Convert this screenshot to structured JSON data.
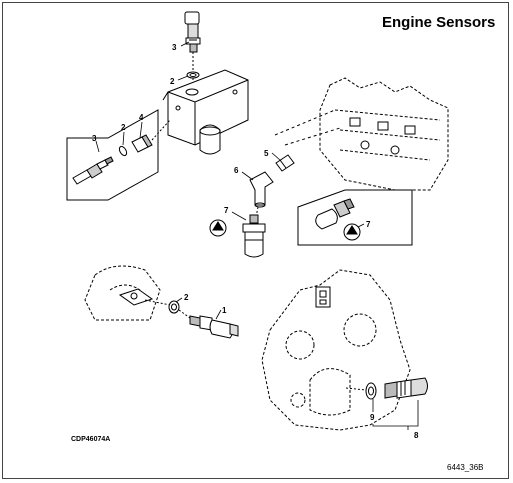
{
  "title": "Engine Sensors",
  "figure_code": "CDP46074A",
  "sheet_code": "6443_36B",
  "callouts": [
    {
      "id": "c3a",
      "label": "3"
    },
    {
      "id": "c2a",
      "label": "2"
    },
    {
      "id": "c3b",
      "label": "3"
    },
    {
      "id": "c2b",
      "label": "2"
    },
    {
      "id": "c4",
      "label": "4"
    },
    {
      "id": "c5",
      "label": "5"
    },
    {
      "id": "c6",
      "label": "6"
    },
    {
      "id": "c7a",
      "label": "7"
    },
    {
      "id": "c7b",
      "label": "7"
    },
    {
      "id": "c2c",
      "label": "2"
    },
    {
      "id": "c1",
      "label": "1"
    },
    {
      "id": "c9",
      "label": "9"
    },
    {
      "id": "c8",
      "label": "8"
    }
  ]
}
